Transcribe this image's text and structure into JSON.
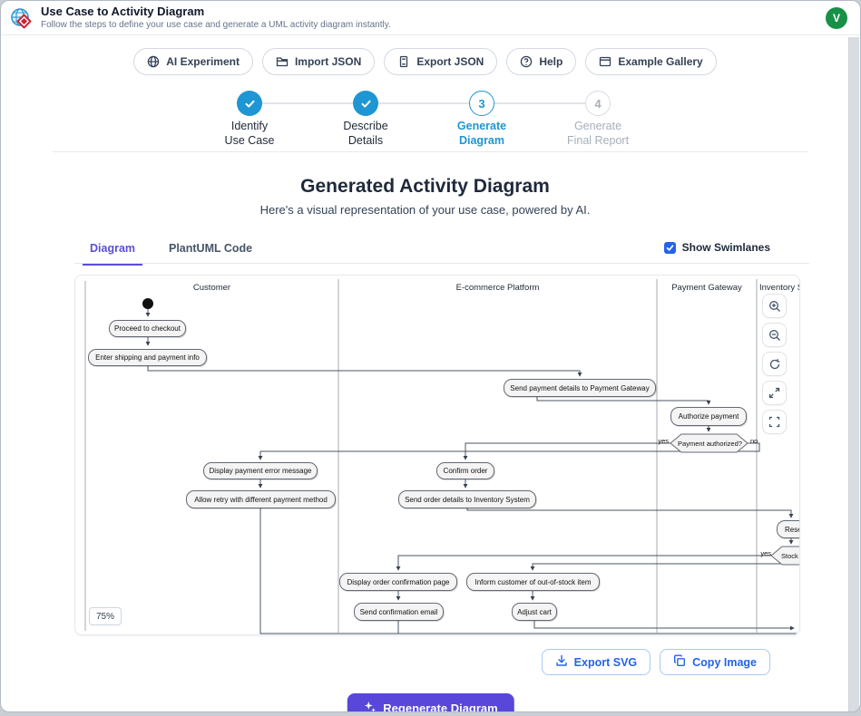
{
  "header": {
    "title": "Use Case to Activity Diagram",
    "subtitle": "Follow the steps to define your use case and generate a UML activity diagram instantly.",
    "avatar_initial": "V"
  },
  "toolbar": {
    "ai_experiment": "AI Experiment",
    "import_json": "Import JSON",
    "export_json": "Export JSON",
    "help": "Help",
    "example_gallery": "Example Gallery"
  },
  "stepper": {
    "steps": [
      {
        "num": "1",
        "line1": "Identify",
        "line2": "Use Case",
        "state": "complete"
      },
      {
        "num": "2",
        "line1": "Describe",
        "line2": "Details",
        "state": "complete"
      },
      {
        "num": "3",
        "line1": "Generate",
        "line2": "Diagram",
        "state": "active"
      },
      {
        "num": "4",
        "line1": "Generate",
        "line2": "Final Report",
        "state": "upcoming"
      }
    ]
  },
  "main": {
    "title": "Generated Activity Diagram",
    "subtitle": "Here's a visual representation of your use case, powered by AI."
  },
  "tabs": {
    "diagram": "Diagram",
    "plantuml": "PlantUML Code",
    "show_swimlanes": "Show Swimlanes"
  },
  "diagram": {
    "zoom_level": "75%",
    "lanes": [
      "Customer",
      "E-commerce Platform",
      "Payment Gateway",
      "Inventory System"
    ],
    "nodes": {
      "proceed": "Proceed to checkout",
      "enter": "Enter shipping and payment info",
      "send_payment": "Send payment details to Payment Gateway",
      "authorize": "Authorize payment",
      "pay_decision": "Payment authorized?",
      "display_error": "Display payment error message",
      "confirm": "Confirm order",
      "allow_retry": "Allow retry with different payment method",
      "send_order": "Send order details to Inventory System",
      "reserve": "Reserve stock",
      "stock_decision": "Stock available?",
      "display_conf": "Display order confirmation page",
      "inform": "Inform customer of out-of-stock item",
      "send_email": "Send confirmation email",
      "adjust": "Adjust cart"
    },
    "labels": {
      "yes": "yes",
      "no": "no"
    },
    "zoom_controls": [
      "zoom-in",
      "zoom-out",
      "reset-view",
      "expand",
      "fullscreen"
    ]
  },
  "actions": {
    "export_svg": "Export SVG",
    "copy_image": "Copy Image",
    "regenerate": "Regenerate Diagram"
  },
  "colors": {
    "step_blue": "#1e96d3",
    "tab_indigo": "#5a4fd7",
    "checkbox_blue": "#2563eb",
    "action_blue": "#2563eb",
    "regenerate_purple": "#5847d9",
    "avatar_green": "#189147"
  }
}
